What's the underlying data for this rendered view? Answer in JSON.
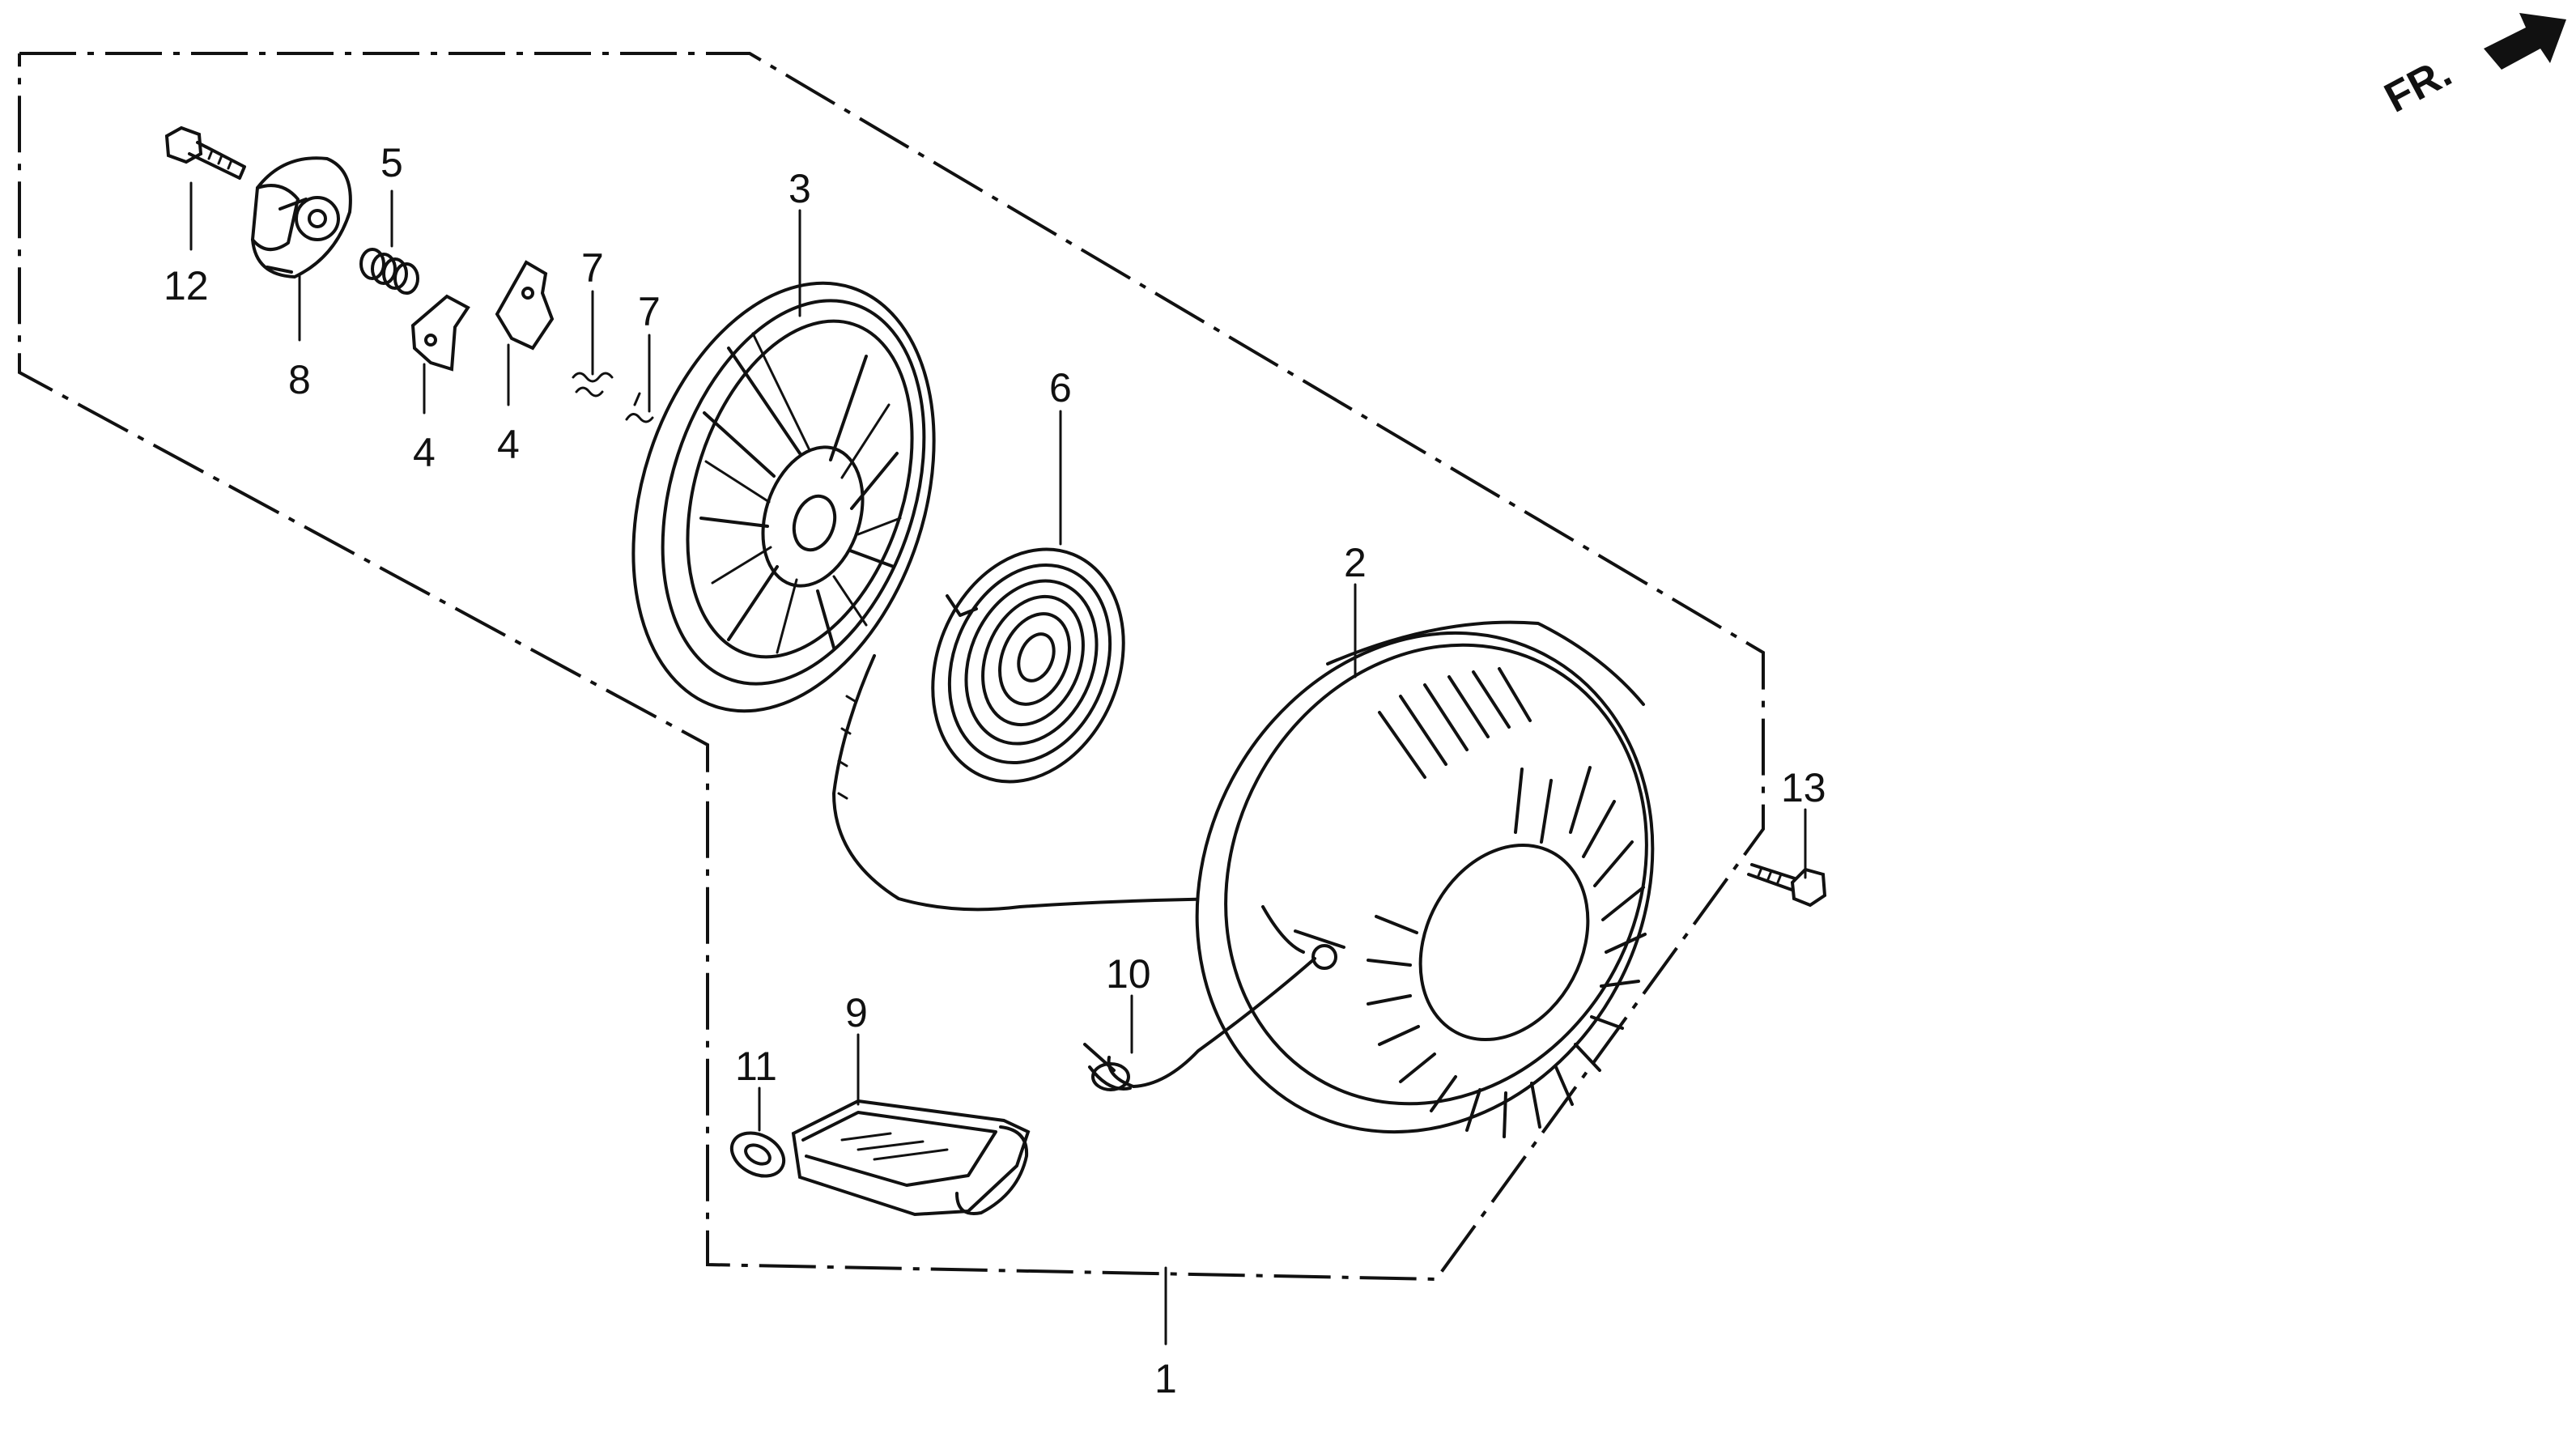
{
  "direction_label": "FR.",
  "callouts": {
    "c1": "1",
    "c2": "2",
    "c3": "3",
    "c4a": "4",
    "c4b": "4",
    "c5": "5",
    "c6": "6",
    "c7a": "7",
    "c7b": "7",
    "c8": "8",
    "c9": "9",
    "c10": "10",
    "c11": "11",
    "c12": "12",
    "c13": "13"
  }
}
